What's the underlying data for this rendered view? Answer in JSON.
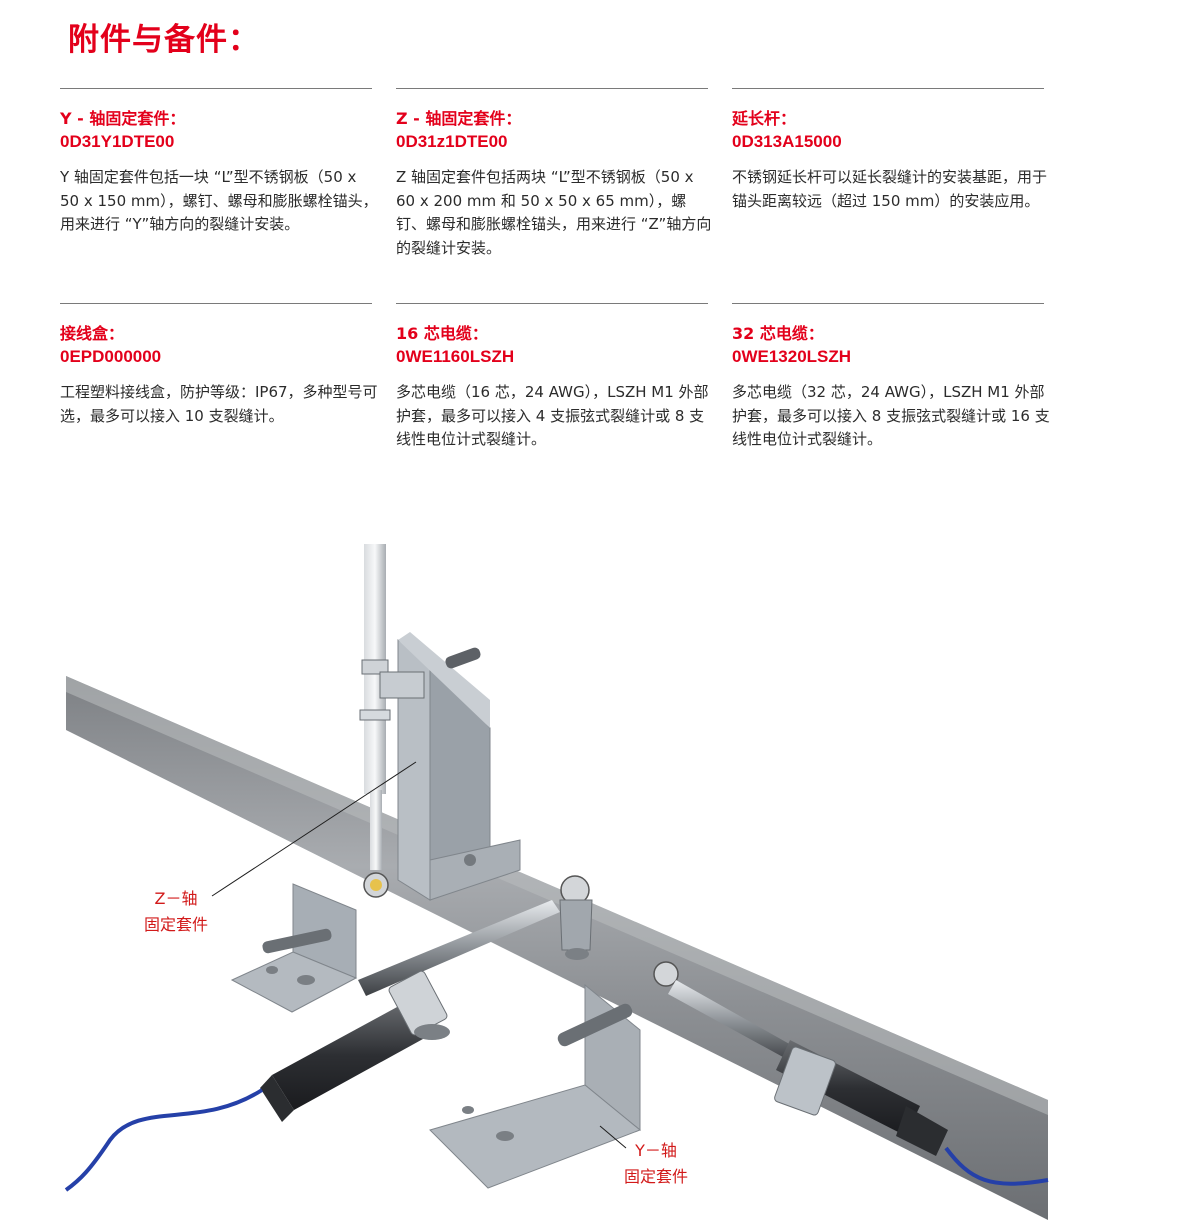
{
  "page": {
    "title": "附件与备件："
  },
  "accessories": [
    {
      "name": "Y - 轴固定套件：",
      "code": "0D31Y1DTE00",
      "description": "Y 轴固定套件包括一块 “L”型不锈钢板（50 x 50 x 150 mm），螺钉、螺母和膨胀螺栓锚头，用来进行 “Y”轴方向的裂缝计安装。"
    },
    {
      "name": "Z - 轴固定套件：",
      "code": "0D31z1DTE00",
      "description": "Z 轴固定套件包括两块 “L”型不锈钢板（50 x 60 x 200 mm 和 50 x 50 x 65 mm），螺钉、螺母和膨胀螺栓锚头，用来进行 “Z”轴方向的裂缝计安装。"
    },
    {
      "name": "延长杆：",
      "code": "0D313A15000",
      "description": "不锈钢延长杆可以延长裂缝计的安装基距，用于锚头距离较远（超过 150 mm）的安装应用。"
    },
    {
      "name": "接线盒：",
      "code": "0EPD000000",
      "description": "工程塑料接线盒，防护等级：IP67，多种型号可选，最多可以接入 10 支裂缝计。"
    },
    {
      "name": "16 芯电缆：",
      "code": "0WE1160LSZH",
      "description": "多芯电缆（16 芯，24 AWG），LSZH M1 外部护套，最多可以接入 4 支振弦式裂缝计或 8 支线性电位计式裂缝计。"
    },
    {
      "name": "32 芯电缆：",
      "code": "0WE1320LSZH",
      "description": "多芯电缆（32 芯，24 AWG），LSZH M1 外部护套，最多可以接入 8 支振弦式裂缝计或 16 支线性电位计式裂缝计。"
    }
  ],
  "illustration": {
    "callout_z_line1": "Z－轴",
    "callout_z_line2": "固定套件",
    "callout_y_line1": "Y－轴",
    "callout_y_line2": "固定套件"
  },
  "colors": {
    "accent_red": "#e3001b",
    "pipe_gray": "#8c8f93",
    "bracket_gray": "#9aa1a8",
    "cable_blue": "#2540a8"
  }
}
